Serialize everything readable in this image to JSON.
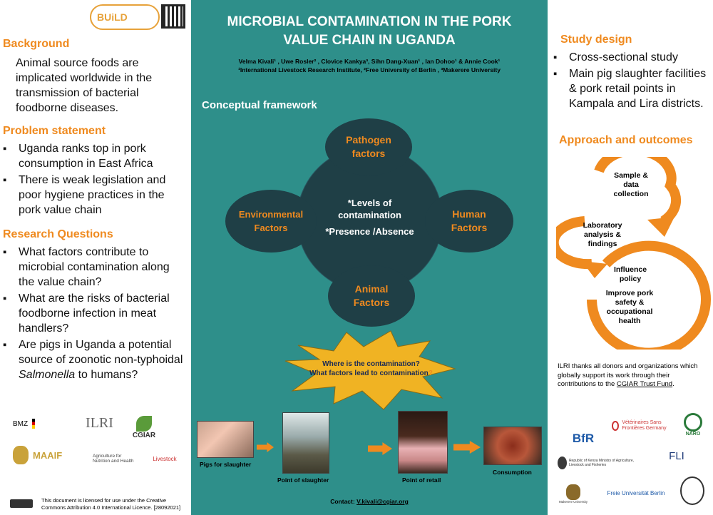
{
  "left": {
    "build_logo_text": "BUiLD",
    "background_heading": "Background",
    "background_text": "Animal source foods are implicated worldwide in the transmission of bacterial foodborne diseases.",
    "problem_heading": "Problem statement",
    "problem_items": [
      "Uganda ranks top in pork consumption in East Africa",
      "There is weak legislation and poor hygiene practices in the pork value chain"
    ],
    "rq_heading": "Research Questions",
    "rq_items": [
      "What factors contribute to microbial contamination along the value chain?",
      "What are the risks of bacterial foodborne infection in meat handlers?"
    ],
    "rq_last_prefix": "Are pigs in Uganda a potential source of zoonotic non-typhoidal ",
    "rq_last_italic": "Salmonella",
    "rq_last_suffix": " to humans?",
    "logos": {
      "bmz": "BMZ",
      "ilri": "ILRI",
      "cgiar": "CGIAR",
      "maaif": "MAAIF",
      "a4nh": "Agriculture for Nutrition and Health",
      "livestock": "Livestock"
    },
    "license_text": "This document is licensed for use under the Creative Commons Attribution 4.0 International Licence. [28092021]"
  },
  "middle": {
    "title": "MICROBIAL CONTAMINATION IN THE PORK VALUE CHAIN IN UGANDA",
    "authors": "Velma Kivali¹ , Uwe Rosler² , Clovice Kankya³, Sihn Dang-Xuan¹ , Ian Dohoo¹ & Annie Cook¹",
    "affiliations": "¹International Livestock Research Institute, ²Free University of Berlin , ³Makerere University",
    "framework_heading": "Conceptual framework",
    "pathogen": "Pathogen factors",
    "environmental": "Environmental Factors",
    "human": "Human Factors",
    "animal": "Animal Factors",
    "center_line1": "*Levels of contamination",
    "center_line2": "*Presence /Absence",
    "star_line1": "Where is the contamination?",
    "star_line2": "What factors lead to contamination",
    "star_qmark": "?",
    "captions": {
      "pigs": "Pigs for slaughter",
      "slaughter": "Point of slaughter",
      "retail": "Point of retail",
      "consumption": "Consumption"
    },
    "contact_prefix": "Contact: ",
    "contact_email": "V.kivali@cgiar.org"
  },
  "right": {
    "study_heading": "Study design",
    "study_items": [
      "Cross-sectional study",
      "Main pig slaughter facilities &  pork retail points in Kampala and Lira districts."
    ],
    "approach_heading": "Approach and outcomes",
    "cycle1": "Sample & data collection",
    "cycle2": "Laboratory analysis & findings",
    "cycle3a": "Influence policy",
    "cycle3b": "Improve pork safety & occupational health",
    "thanks_prefix": "ILRI  thanks all donors and organizations which globally support its work through their contributions to the ",
    "thanks_link": "CGIAR Trust Fund",
    "thanks_suffix": ".",
    "logos": {
      "vsf": "Vétérinaires Sans Frontières Germany",
      "bfr": "BfR",
      "naro": "NARO",
      "kenya": "Republic of Kenya Ministry of Agriculture, Livestock and Fisheries",
      "fli": "FLI",
      "makerere": "Makerere University",
      "fu_berlin": "Freie Universität Berlin"
    }
  },
  "colors": {
    "teal": "#2e8f8a",
    "dark_circle": "#1f3f46",
    "orange": "#ef8a1f",
    "star": "#f0b323"
  }
}
